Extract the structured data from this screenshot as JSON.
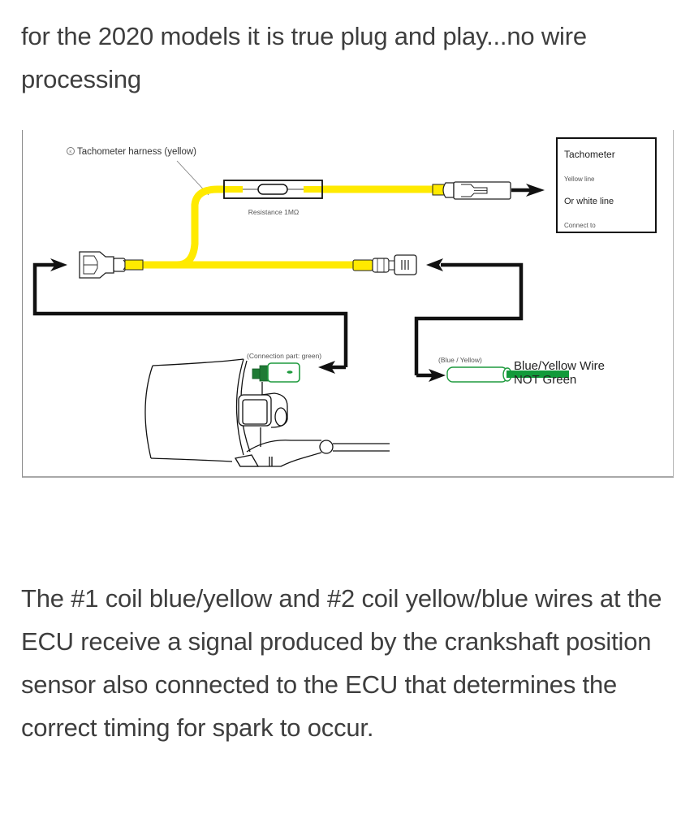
{
  "post": {
    "intro_text": "for the 2020 models it is true plug and play...no wire processing",
    "body_text": "The #1 coil blue/yellow and #2 coil yellow/blue wires at the ECU receive a signal produced by the crankshaft position sensor also connected to the ECU that determines the correct timing for spark to occur."
  },
  "diagram": {
    "harness_label": "Tachometer harness (yellow)",
    "harness_marker": "K",
    "resistor_label": "Resistance 1MΩ",
    "tach_box": {
      "title": "Tachometer",
      "line1": "Yellow line",
      "line2": "Or white line",
      "line3": "Connect to"
    },
    "connection_label": "(Connection part: green)",
    "blue_yellow_label": "(Blue / Yellow)",
    "annotation_line1": "Blue/Yellow Wire",
    "annotation_line2": "NOT Green",
    "colors": {
      "harness_yellow": "#ffea00",
      "connector_green": "#1f9a3e",
      "annotation_green": "#129a3a",
      "line_black": "#111111"
    }
  }
}
